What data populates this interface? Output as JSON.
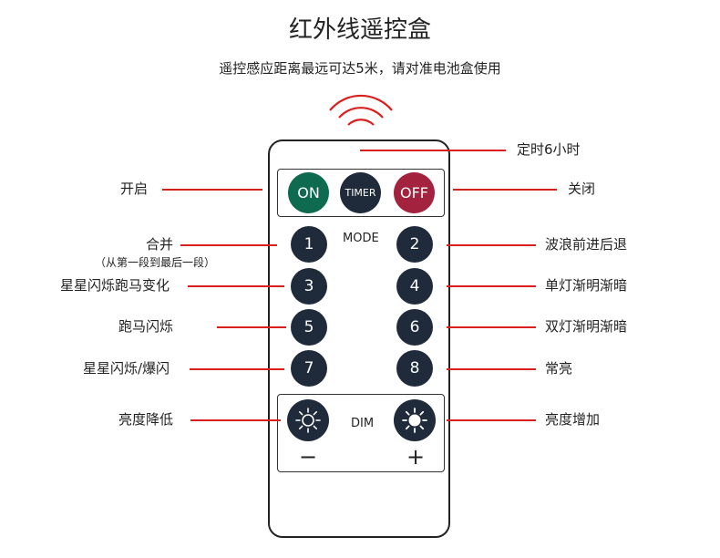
{
  "title": "红外线遥控盒",
  "subtitle": "遥控感应距离最远可达5米，请对准电池盒使用",
  "remote": {
    "buttons": {
      "on": "ON",
      "timer": "TIMER",
      "off": "OFF",
      "b1": "1",
      "b2": "2",
      "b3": "3",
      "b4": "4",
      "b5": "5",
      "b6": "6",
      "b7": "7",
      "b8": "8"
    },
    "mode_label": "MODE",
    "dim_label": "DIM",
    "minus": "−",
    "plus": "+"
  },
  "callouts": {
    "timer6h": "定时6小时",
    "on": "开启",
    "off": "关闭",
    "merge": "合并",
    "merge_note": "（从第一段到最后一段）",
    "wave": "波浪前进后退",
    "star_chase": "星星闪烁跑马变化",
    "single_fade": "单灯渐明渐暗",
    "chase_flash": "跑马闪烁",
    "double_fade": "双灯渐明渐暗",
    "star_burst": "星星闪烁/爆闪",
    "steady": "常亮",
    "dim_down": "亮度降低",
    "dim_up": "亮度增加"
  },
  "colors": {
    "on_button": "#0e6b50",
    "timer_button": "#1f2a3a",
    "off_button": "#a3233f",
    "number_button": "#1f2a3a",
    "callout_line": "#d9201c"
  }
}
